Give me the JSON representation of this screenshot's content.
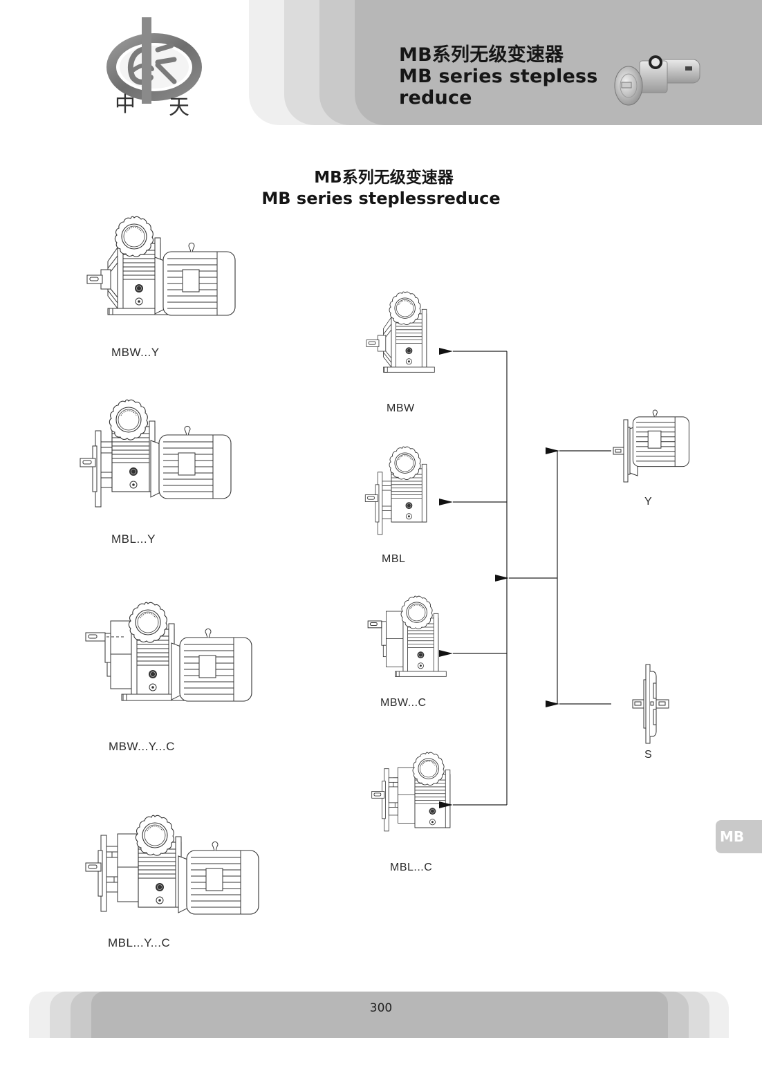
{
  "header": {
    "brand_chars": [
      "中",
      "天"
    ],
    "title_cn": "MB系列无级变速器",
    "title_en_line1": "MB series stepless",
    "title_en_line2": "reduce",
    "product_photo": "reducer-photo-icon"
  },
  "section": {
    "title_cn": "MB系列无级变速器",
    "title_en": "MB series steplessreduce"
  },
  "diagram": {
    "assemblies": [
      {
        "label": "MBW...Y",
        "parts": [
          "MBW",
          "Y"
        ]
      },
      {
        "label": "MBL...Y",
        "parts": [
          "MBL",
          "Y"
        ]
      },
      {
        "label": "MBW...Y...C",
        "parts": [
          "MBW...C",
          "Y"
        ]
      },
      {
        "label": "MBL...Y...C",
        "parts": [
          "MBL...C",
          "Y"
        ]
      }
    ],
    "reducers": [
      {
        "label": "MBW"
      },
      {
        "label": "MBL"
      },
      {
        "label": "MBW...C"
      },
      {
        "label": "MBL...C"
      }
    ],
    "inputs": [
      {
        "label": "Y"
      },
      {
        "label": "S"
      }
    ]
  },
  "side_tab": {
    "label": "MB"
  },
  "footer": {
    "page_number": "300"
  }
}
